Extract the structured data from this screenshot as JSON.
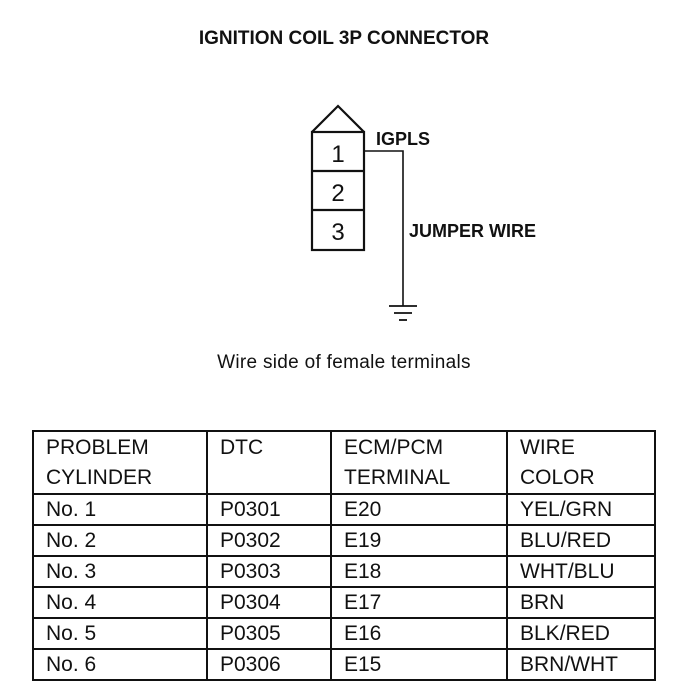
{
  "title": "IGNITION COIL 3P CONNECTOR",
  "connector": {
    "terminals": [
      "1",
      "2",
      "3"
    ],
    "label_igpls": "IGPLS",
    "label_jumper": "JUMPER WIRE"
  },
  "caption": "Wire side of female terminals",
  "table": {
    "headers": [
      [
        "PROBLEM",
        "CYLINDER"
      ],
      [
        "DTC",
        ""
      ],
      [
        "ECM/PCM",
        "TERMINAL"
      ],
      [
        "WIRE",
        "COLOR"
      ]
    ],
    "rows": [
      [
        "No. 1",
        "P0301",
        "E20",
        "YEL/GRN"
      ],
      [
        "No. 2",
        "P0302",
        "E19",
        "BLU/RED"
      ],
      [
        "No. 3",
        "P0303",
        "E18",
        "WHT/BLU"
      ],
      [
        "No. 4",
        "P0304",
        "E17",
        "BRN"
      ],
      [
        "No. 5",
        "P0305",
        "E16",
        "BLK/RED"
      ],
      [
        "No. 6",
        "P0306",
        "E15",
        "BRN/WHT"
      ]
    ]
  }
}
